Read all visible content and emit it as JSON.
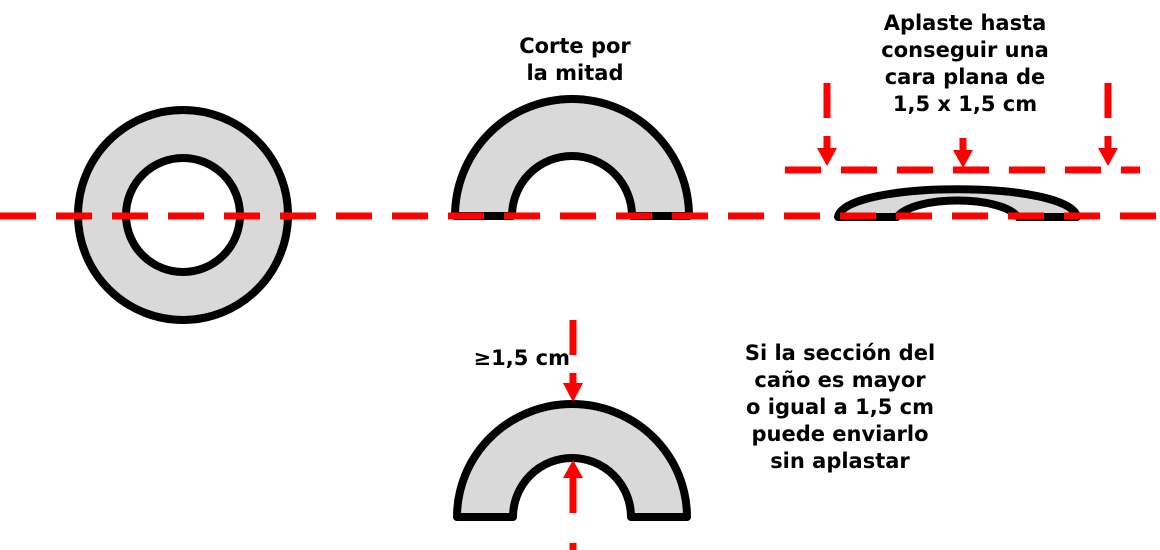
{
  "labels": {
    "cut_in_half": "Corte por\nla mitad",
    "flatten": "Aplaste hasta\nconseguir una\ncara plana de\n1,5 x 1,5 cm",
    "dimension": "≥1,5 cm",
    "if_section": "Si la sección del\ncaño es mayor\no igual a 1,5 cm\npuede enviarlo\nsin aplastar"
  },
  "colors": {
    "outline": "#000000",
    "fill": "#d9d9d9",
    "guide": "#ff0000",
    "background": "#ffffff"
  },
  "icons": {
    "arrow": "arrow-down-icon",
    "arrow_up": "arrow-up-icon"
  }
}
